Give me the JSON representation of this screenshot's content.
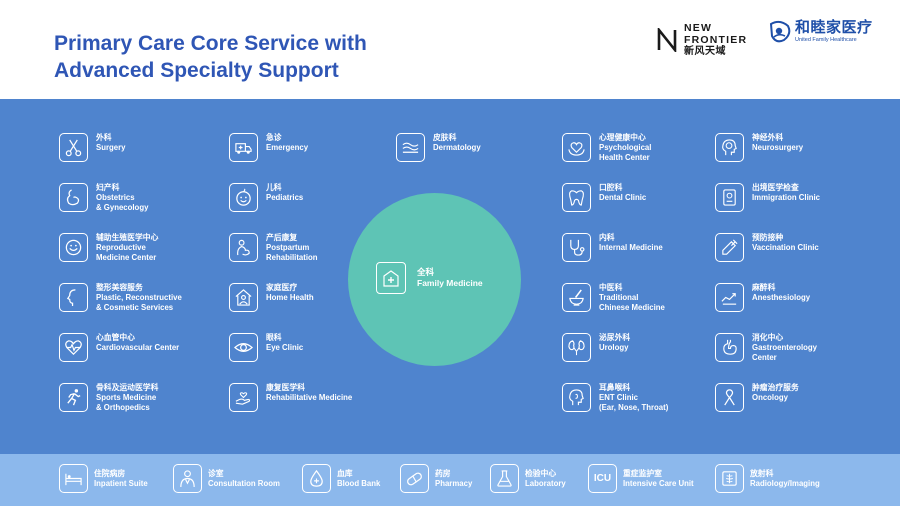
{
  "header": {
    "title_line1": "Primary Care Core Service with",
    "title_line2": "Advanced Specialty Support"
  },
  "logos": {
    "new_frontier_en1": "NEW",
    "new_frontier_en2": "FRONTIER",
    "new_frontier_cn": "新风天域",
    "ufh_cn": "和睦家医疗",
    "ufh_en": "United Family Healthcare"
  },
  "center": {
    "label": "全科\nFamily Medicine",
    "color": "#5ec4b5"
  },
  "specialties": [
    {
      "label": "外科\nSurgery",
      "icon": "scissors-icon"
    },
    {
      "label": "妇产科\nObstetrics\n& Gynecology",
      "icon": "pregnancy-icon"
    },
    {
      "label": "辅助生殖医学中心\nReproductive\nMedicine Center",
      "icon": "baby-icon"
    },
    {
      "label": "整形美容服务\nPlastic, Reconstructive\n& Cosmetic Services",
      "icon": "face-profile-icon"
    },
    {
      "label": "心血管中心\nCardiovascular Center",
      "icon": "heartbeat-icon"
    },
    {
      "label": "骨科及运动医学科\nSports Medicine\n& Orthopedics",
      "icon": "runner-icon"
    },
    {
      "label": "急诊\nEmergency",
      "icon": "ambulance-icon"
    },
    {
      "label": "儿科\nPediatrics",
      "icon": "child-face-icon"
    },
    {
      "label": "产后康复\nPostpartum\nRehabilitation",
      "icon": "mother-icon"
    },
    {
      "label": "家庭医疗\nHome Health",
      "icon": "home-health-icon"
    },
    {
      "label": "眼科\nEye Clinic",
      "icon": "eye-icon"
    },
    {
      "label": "康复医学科\nRehabilitative Medicine",
      "icon": "hand-heart-icon"
    },
    {
      "label": "皮肤科\nDermatology",
      "icon": "skin-icon"
    },
    {
      "label": "心理健康中心\nPsychological\nHealth Center",
      "icon": "heart-hands-icon"
    },
    {
      "label": "口腔科\nDental Clinic",
      "icon": "tooth-icon"
    },
    {
      "label": "内科\nInternal Medicine",
      "icon": "stethoscope-icon"
    },
    {
      "label": "中医科\nTraditional\nChinese Medicine",
      "icon": "mortar-icon"
    },
    {
      "label": "泌尿外科\nUrology",
      "icon": "kidney-icon"
    },
    {
      "label": "耳鼻喉科\nENT Clinic\n(Ear, Nose, Throat)",
      "icon": "ent-head-icon"
    },
    {
      "label": "神经外科\nNeurosurgery",
      "icon": "brain-icon"
    },
    {
      "label": "出境医学检查\nImmigration Clinic",
      "icon": "passport-icon"
    },
    {
      "label": "预防接种\nVaccination Clinic",
      "icon": "syringe-icon"
    },
    {
      "label": "麻醉科\nAnesthesiology",
      "icon": "anesthesia-icon"
    },
    {
      "label": "消化中心\nGastroenterology\nCenter",
      "icon": "stomach-icon"
    },
    {
      "label": "肿瘤治疗服务\nOncology",
      "icon": "ribbon-icon"
    }
  ],
  "facilities": [
    {
      "label": "住院病房\nInpatient Suite",
      "icon": "bed-icon"
    },
    {
      "label": "诊室\nConsultation Room",
      "icon": "doctor-icon"
    },
    {
      "label": "血库\nBlood Bank",
      "icon": "blood-drop-icon"
    },
    {
      "label": "药房\nPharmacy",
      "icon": "pill-icon"
    },
    {
      "label": "检验中心\nLaboratory",
      "icon": "flask-icon"
    },
    {
      "label": "重症监护室\nIntensive Care Unit",
      "icon": "icu-icon",
      "icon_text": "ICU"
    },
    {
      "label": "放射科\nRadiology/Imaging",
      "icon": "xray-icon"
    }
  ],
  "colors": {
    "title": "#2f56b5",
    "main_bg": "#4f84ce",
    "bottom_bg": "#8cb8ec",
    "center_circle": "#5ec4b5"
  }
}
